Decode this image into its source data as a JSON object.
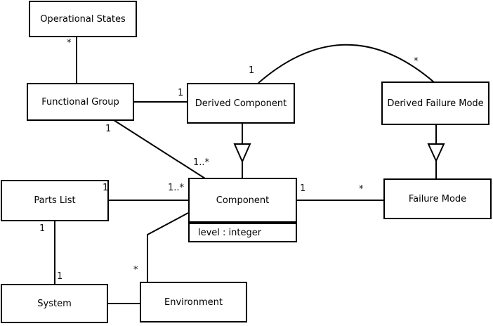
{
  "diagram": {
    "background_color": "#ffffff",
    "line_color": "#000000",
    "box_fill_color": "#ffffff"
  },
  "classes": {
    "operational_states": {
      "name": "Operational States"
    },
    "functional_group": {
      "name": "Functional Group"
    },
    "derived_component": {
      "name": "Derived Component"
    },
    "derived_failure_mode": {
      "name": "Derived Failure Mode"
    },
    "parts_list": {
      "name": "Parts List"
    },
    "component": {
      "name": "Component",
      "attribute": "level : integer"
    },
    "failure_mode": {
      "name": "Failure Mode"
    },
    "system": {
      "name": "System"
    },
    "environment": {
      "name": "Environment"
    }
  },
  "multiplicities": {
    "os_fg": "*",
    "fg_dc": "1",
    "fg_comp_src": "1",
    "fg_comp_tgt": "1..*",
    "dc_dfm_src": "1",
    "dc_dfm_tgt": "*",
    "pl_comp_src": "1",
    "pl_comp_tgt": "1..*",
    "comp_fm_src": "1",
    "comp_fm_tgt": "*",
    "pl_sys_src": "1",
    "pl_sys_tgt": "1",
    "comp_env_tgt": "*"
  }
}
